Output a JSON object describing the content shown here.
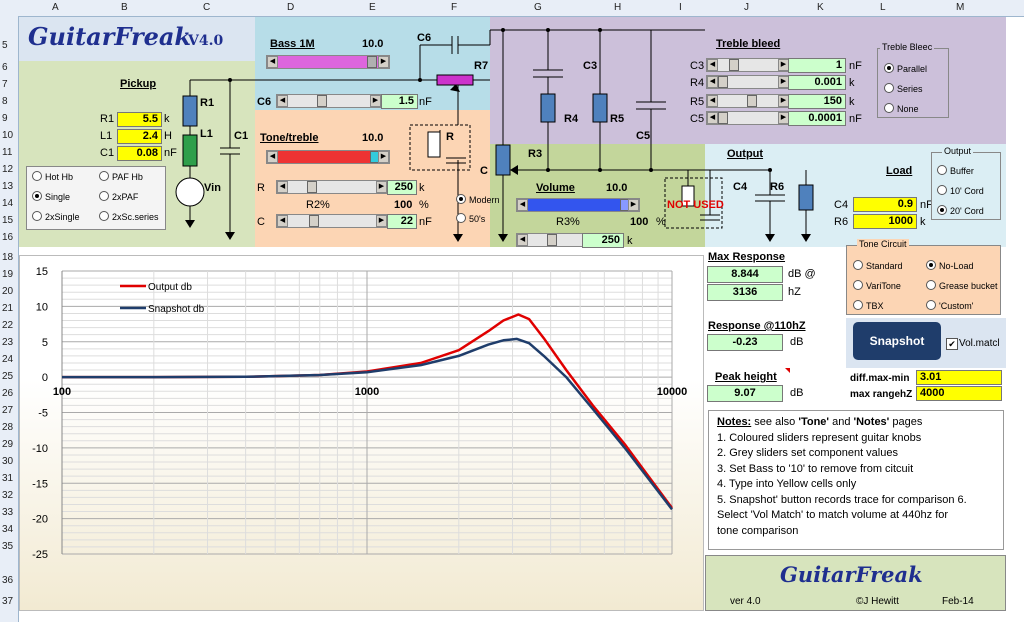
{
  "columns": [
    "A",
    "B",
    "C",
    "D",
    "E",
    "F",
    "G",
    "H",
    "I",
    "J",
    "K",
    "L",
    "M"
  ],
  "rows": [
    "5",
    "6",
    "7",
    "8",
    "9",
    "10",
    "11",
    "12",
    "13",
    "14",
    "15",
    "16",
    "18",
    "19",
    "20",
    "21",
    "22",
    "23",
    "24",
    "25",
    "26",
    "27",
    "28",
    "29",
    "30",
    "31",
    "32",
    "33",
    "34",
    "35",
    "36",
    "37"
  ],
  "title": {
    "name": "GuitarFreak",
    "version": "V4.0"
  },
  "pickup": {
    "heading": "Pickup",
    "r1_label": "R1",
    "r1_value": "5.5",
    "r1_unit": "k",
    "l1_label": "L1",
    "l1_value": "2.4",
    "l1_unit": "H",
    "c1_label": "C1",
    "c1_value": "0.08",
    "c1_unit": "nF",
    "options": [
      "Hot Hb",
      "PAF Hb",
      "Single",
      "2xPAF",
      "2xSingle",
      "2xSc.series"
    ],
    "selected": "Single"
  },
  "circuit": {
    "r1": "R1",
    "l1": "L1",
    "c1": "C1",
    "vin": "Vin",
    "c6": "C6",
    "r7": "R7",
    "r": "R",
    "c": "C",
    "r3": "R3",
    "r4": "R4",
    "r5": "R5",
    "c3": "C3",
    "c5": "C5",
    "c4": "C4",
    "r6": "R6",
    "not_used": "NOT USED"
  },
  "bass": {
    "label": "Bass 1M",
    "value": "10.0"
  },
  "c6": {
    "label": "C6",
    "value": "1.5",
    "unit": "nF"
  },
  "tone_treble": {
    "label": "Tone/treble",
    "value": "10.0"
  },
  "r_ctrl": {
    "label": "R",
    "value": "250",
    "unit": "k",
    "pct_label": "R2%",
    "pct_value": "100",
    "pct_unit": "%"
  },
  "c_ctrl": {
    "label": "C",
    "value": "22",
    "unit": "nF"
  },
  "mode": {
    "options": [
      "Modern",
      "50's"
    ],
    "selected": "Modern"
  },
  "volume": {
    "label": "Volume",
    "value": "10.0",
    "pct_label": "R3%",
    "pct_value": "100",
    "pct_unit": "%",
    "res_value": "250",
    "res_unit": "k"
  },
  "treble_bleed": {
    "heading": "Treble bleed",
    "c3_label": "C3",
    "c3_value": "1",
    "c3_unit": "nF",
    "r4_label": "R4",
    "r4_value": "0.001",
    "r4_unit": "k",
    "r5_label": "R5",
    "r5_value": "150",
    "r5_unit": "k",
    "c5_label": "C5",
    "c5_value": "0.0001",
    "c5_unit": "nF",
    "box_title": "Treble Bleec",
    "options": [
      "Parallel",
      "Series",
      "None"
    ],
    "selected": "Parallel"
  },
  "output": {
    "heading": "Output",
    "load_label": "Load",
    "c4_label": "C4",
    "c4_value": "0.9",
    "c4_unit": "nF",
    "r6_label": "R6",
    "r6_value": "1000",
    "r6_unit": "k",
    "box_title": "Output",
    "options": [
      "Buffer",
      "10' Cord",
      "20' Cord"
    ],
    "selected": "20' Cord"
  },
  "tone_circuit": {
    "box_title": "Tone Circuit",
    "options": [
      "Standard",
      "No-Load",
      "VariTone",
      "Grease bucket",
      "TBX",
      "'Custom'"
    ],
    "selected": "No-Load"
  },
  "max_response": {
    "heading": "Max Response",
    "db_value": "8.844",
    "db_unit": "dB @",
    "hz_value": "3136",
    "hz_unit": "hZ"
  },
  "response_110": {
    "heading": "Response @110hZ",
    "value": "-0.23",
    "unit": "dB"
  },
  "peak_height": {
    "heading": "Peak height",
    "value": "9.07",
    "unit": "dB"
  },
  "snapshot": {
    "button": "Snapshot",
    "vol_match": "Vol.matcl",
    "vol_match_checked": true
  },
  "diff": {
    "label1": "diff.max-min",
    "value1": "3.01",
    "label2": "max rangehZ",
    "value2": "4000"
  },
  "notes": {
    "heading": "Notes:",
    "intro_a": " see also ",
    "tone_word": "'Tone'",
    "intro_b": " and ",
    "notes_word": "'Notes'",
    "intro_c": " pages",
    "lines": [
      "1. Coloured sliders represent guitar knobs",
      "2. Grey sliders set component values",
      "3. Set Bass to '10' to remove from citcuit",
      "4. Type into Yellow cells only",
      "5. Snapshot' button records trace for comparison 6.",
      "Select 'Vol Match' to match volume at 440hz for",
      "tone comparison"
    ]
  },
  "footer": {
    "name": "GuitarFreak",
    "version": "ver 4.0",
    "author": "©J Hewitt",
    "date": "Feb-14"
  },
  "colors": {
    "output_series": "#e00000",
    "snapshot_series": "#1f3d6b",
    "pickup_bg": "#d7e4bd",
    "bass_bg": "#b7dde8",
    "tone_bg": "#fcd5b4",
    "treble_bg": "#ccc0da",
    "vol_bg": "#c3d69b"
  },
  "chart_data": {
    "type": "line",
    "x_scale": "log",
    "xlim": [
      100,
      10000
    ],
    "ylim": [
      -25,
      15
    ],
    "x_ticks": [
      "100",
      "1000",
      "10000"
    ],
    "y_ticks": [
      "15",
      "10",
      "5",
      "0",
      "-5",
      "-10",
      "-15",
      "-20",
      "-25"
    ],
    "grid": true,
    "legend": "top-left",
    "series": [
      {
        "name": "Output db",
        "x": [
          100,
          200,
          400,
          700,
          1000,
          1500,
          2000,
          2500,
          2800,
          3136,
          3400,
          3800,
          4500,
          5500,
          7000,
          10000
        ],
        "y": [
          0,
          0,
          0.05,
          0.3,
          0.8,
          2.0,
          3.8,
          6.5,
          8.0,
          8.85,
          8.2,
          5.5,
          1.0,
          -4.0,
          -9.5,
          -18.5
        ]
      },
      {
        "name": "Snapshot db",
        "x": [
          100,
          200,
          400,
          700,
          1000,
          1500,
          2000,
          2500,
          2800,
          3100,
          3400,
          3800,
          4500,
          5500,
          7000,
          10000
        ],
        "y": [
          0,
          0,
          0.05,
          0.3,
          0.7,
          1.7,
          3.0,
          4.6,
          5.2,
          5.4,
          4.8,
          3.0,
          0,
          -4.5,
          -10.0,
          -18.7
        ]
      }
    ]
  }
}
